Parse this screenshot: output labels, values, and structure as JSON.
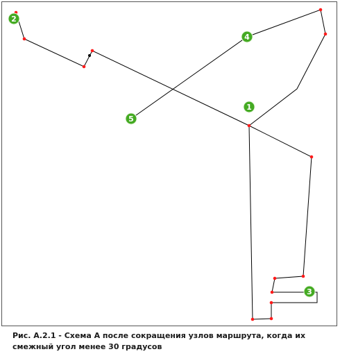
{
  "figure": {
    "caption_line1": "Рис. А.2.1 - Схема А после сокращения узлов маршрута, когда их",
    "caption_line2": "смежный угол менее 30 градусов"
  },
  "markers": [
    {
      "label": "1",
      "color": "#44aa22"
    },
    {
      "label": "2",
      "color": "#44aa22"
    },
    {
      "label": "3",
      "color": "#44aa22"
    },
    {
      "label": "4",
      "color": "#44aa22"
    },
    {
      "label": "5",
      "color": "#44aa22"
    }
  ],
  "colors": {
    "node": "#ff1a1a",
    "line": "#000000",
    "marker": "#44aa22",
    "marker_text": "#ffffff",
    "marker_stroke": "#e8f5e0"
  }
}
